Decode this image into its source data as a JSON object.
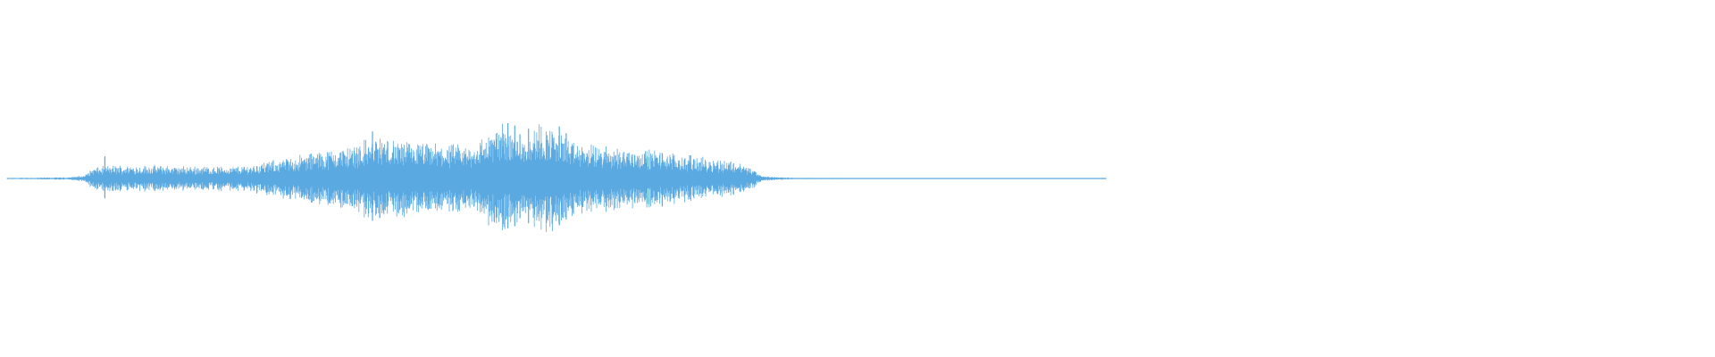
{
  "waveform": {
    "color": "#5aa9e0",
    "background": "#ffffff",
    "audio_fraction": 0.645,
    "envelope": [
      [
        0.0,
        0.01
      ],
      [
        0.035,
        0.02
      ],
      [
        0.045,
        0.05
      ],
      [
        0.05,
        0.18
      ],
      [
        0.06,
        0.22
      ],
      [
        0.09,
        0.22
      ],
      [
        0.1,
        0.2
      ],
      [
        0.115,
        0.21
      ],
      [
        0.13,
        0.2
      ],
      [
        0.14,
        0.22
      ],
      [
        0.16,
        0.33
      ],
      [
        0.18,
        0.45
      ],
      [
        0.2,
        0.55
      ],
      [
        0.215,
        0.72
      ],
      [
        0.23,
        0.62
      ],
      [
        0.25,
        0.58
      ],
      [
        0.27,
        0.55
      ],
      [
        0.29,
        0.95
      ],
      [
        0.3,
        0.7
      ],
      [
        0.31,
        0.92
      ],
      [
        0.32,
        0.85
      ],
      [
        0.33,
        0.6
      ],
      [
        0.345,
        0.55
      ],
      [
        0.36,
        0.52
      ],
      [
        0.38,
        0.48
      ],
      [
        0.395,
        0.38
      ],
      [
        0.41,
        0.34
      ],
      [
        0.425,
        0.3
      ],
      [
        0.435,
        0.16
      ],
      [
        0.44,
        0.04
      ],
      [
        0.46,
        0.01
      ],
      [
        0.645,
        0.0
      ]
    ],
    "spikes": [
      [
        0.292,
        1.0
      ],
      [
        0.296,
        0.96
      ],
      [
        0.299,
        0.8
      ],
      [
        0.304,
        0.9
      ],
      [
        0.322,
        0.94
      ],
      [
        0.326,
        0.82
      ],
      [
        0.213,
        0.85
      ],
      [
        0.057,
        0.4
      ],
      [
        0.398,
        0.42
      ]
    ]
  }
}
